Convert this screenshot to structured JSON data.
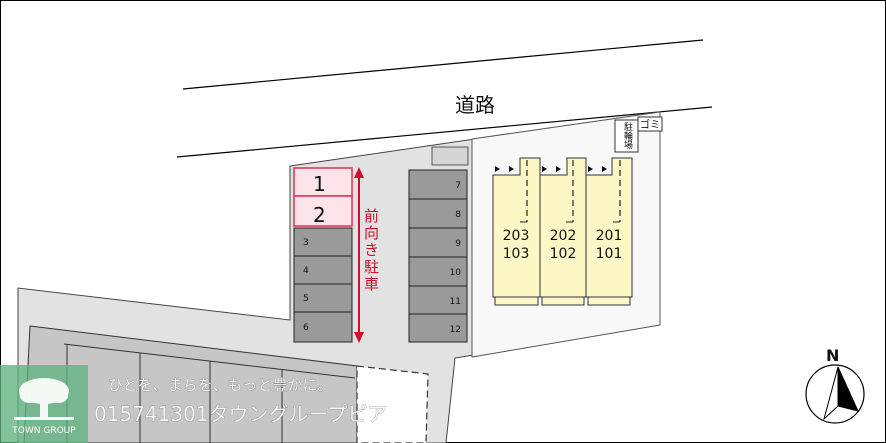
{
  "road": {
    "label": "道路"
  },
  "parking": {
    "left_column": [
      {
        "number": "1",
        "highlighted": true
      },
      {
        "number": "2",
        "highlighted": true
      },
      {
        "number": "3",
        "highlighted": false
      },
      {
        "number": "4",
        "highlighted": false
      },
      {
        "number": "5",
        "highlighted": false
      },
      {
        "number": "6",
        "highlighted": false
      }
    ],
    "right_column": [
      {
        "number": "7"
      },
      {
        "number": "8"
      },
      {
        "number": "9"
      },
      {
        "number": "10"
      },
      {
        "number": "11"
      },
      {
        "number": "12"
      }
    ],
    "instruction": "前向き駐車"
  },
  "building": {
    "units": [
      {
        "upper": "203",
        "lower": "103"
      },
      {
        "upper": "202",
        "lower": "102"
      },
      {
        "upper": "201",
        "lower": "101"
      }
    ]
  },
  "facilities": {
    "bicycle_parking": "駐輪場",
    "garbage": "ゴミ"
  },
  "compass": {
    "north_label": "N"
  },
  "watermark": {
    "slogan": "ひとを、まちを、もっと豊かに。",
    "brand_line": "015741301タウングループピア",
    "logo_text": "TOWN GROUP"
  },
  "colors": {
    "lot": "#e2e2e2",
    "highlight_slot": "#fde4ea",
    "highlight_border": "#e0304e",
    "occupied_slot": "#9a9a9a",
    "unit_fill": "#fdf7c6",
    "instruction_red": "#d0102a",
    "watermark_green": "#60b280"
  }
}
